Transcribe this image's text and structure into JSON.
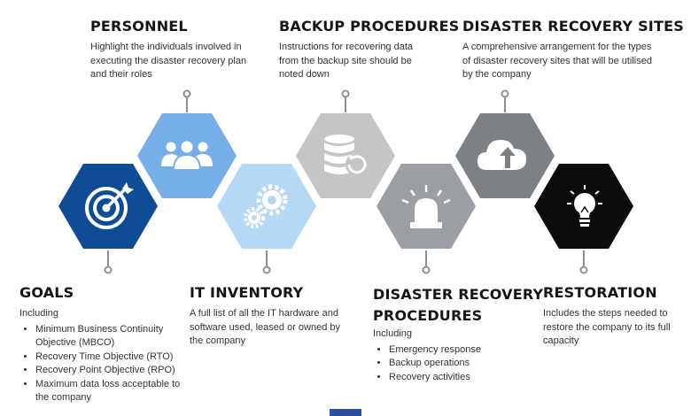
{
  "colors": {
    "goals": "#0f4c96",
    "personnel": "#76aee8",
    "it_inventory": "#b5d8f4",
    "backup": "#c5c5c5",
    "drp": "#9b9fa3",
    "dr_sites": "#7e8184",
    "restoration": "#0c0c0c",
    "connector": "#8a9098"
  },
  "icons": {
    "goals": "target-icon",
    "personnel": "people-group-icon",
    "it_inventory": "gears-icon",
    "backup": "database-restore-icon",
    "drp": "alarm-beacon-icon",
    "dr_sites": "cloud-upload-icon",
    "restoration": "lightbulb-icon"
  },
  "personnel": {
    "title": "PERSONNEL",
    "desc": "Highlight the individuals involved in executing the disaster recovery plan and their roles"
  },
  "backup": {
    "title": "BACKUP PROCEDURES",
    "desc": "Instructions for recovering data from the backup site should be noted down"
  },
  "dr_sites": {
    "title": "DISASTER RECOVERY SITES",
    "desc": "A comprehensive arrangement for the types of disaster recovery sites that will be utilised by the company"
  },
  "goals": {
    "title": "GOALS",
    "intro": "Including",
    "items": [
      "Minimum Business Continuity Objective (MBCO)",
      "Recovery Time Objective (RTO)",
      "Recovery Point Objective (RPO)",
      "Maximum data loss acceptable to the company"
    ]
  },
  "it_inventory": {
    "title": "IT INVENTORY",
    "desc": "A full list of all the IT hardware and software used, leased or owned by the company"
  },
  "drp": {
    "title_line1": "DISASTER RECOVERY",
    "title_line2": "PROCEDURES",
    "intro": "Including",
    "items": [
      "Emergency response",
      "Backup operations",
      "Recovery activities"
    ]
  },
  "restoration": {
    "title": "RESTORATION",
    "desc": "Includes the steps needed to restore the company to its full capacity"
  }
}
